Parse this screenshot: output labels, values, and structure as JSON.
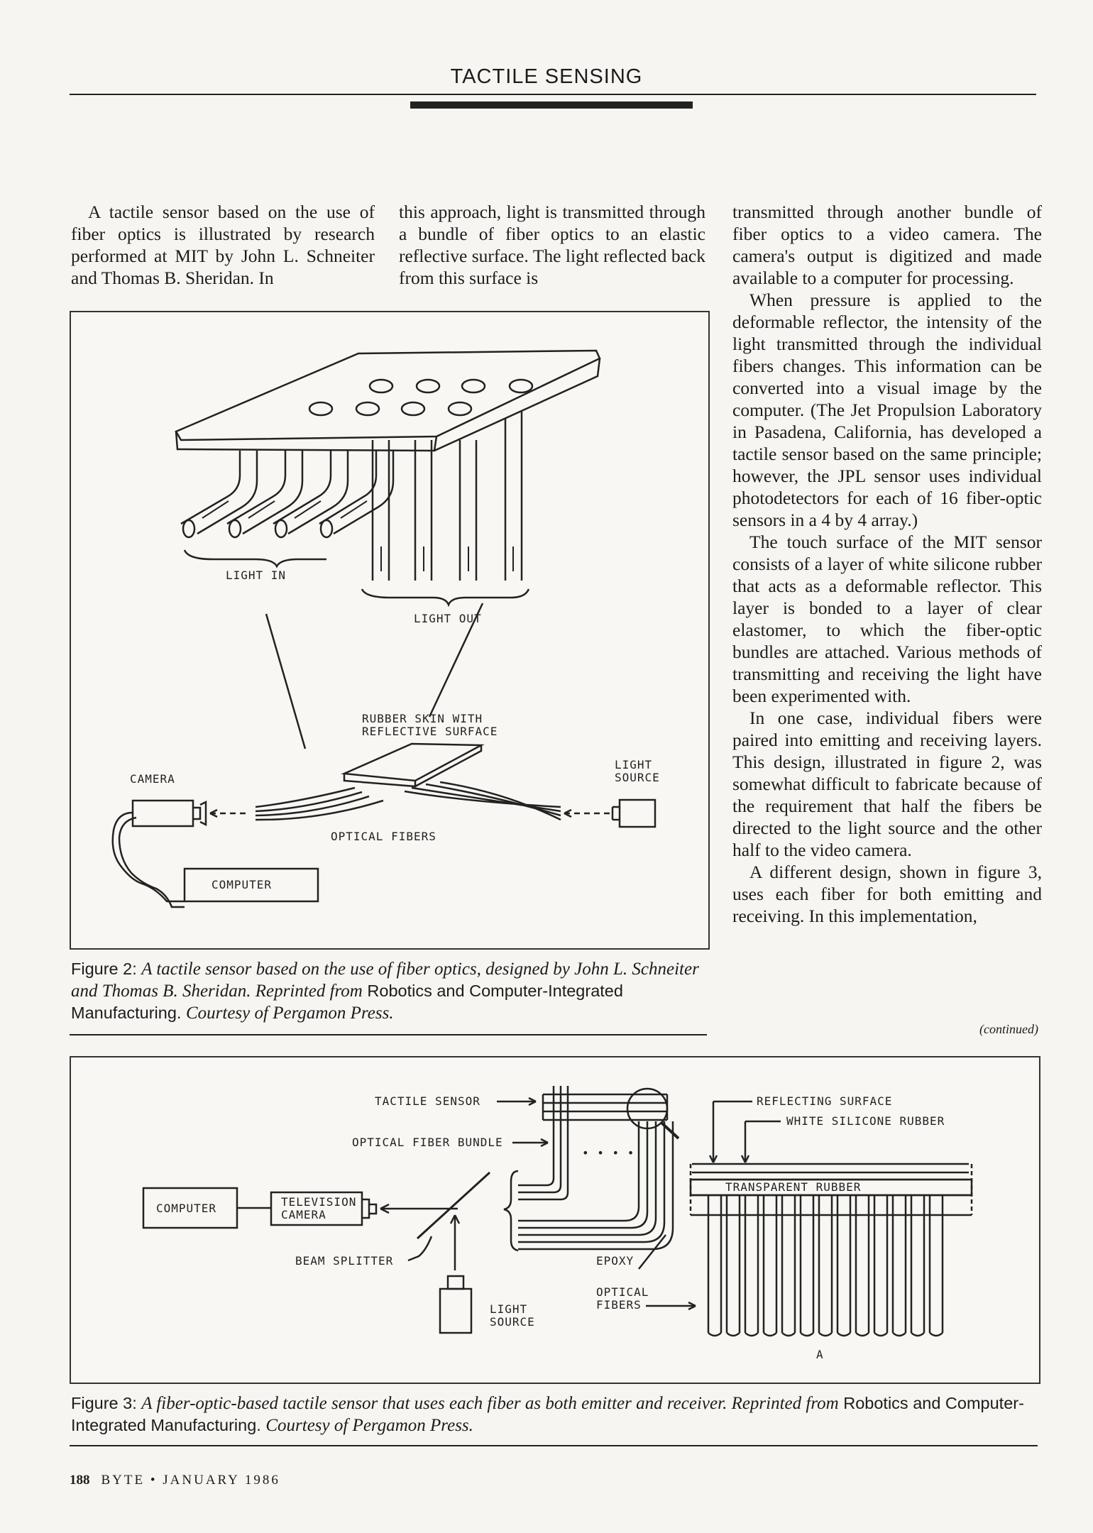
{
  "header": {
    "section": "TACTILE SENSING"
  },
  "columns": {
    "col1": [
      "A tactile sensor based on the use of fiber optics is illustrated by research performed at MIT by John L. Schneiter and Thomas B. Sheridan. In"
    ],
    "col2": [
      "this approach, light is transmitted through a bundle of fiber optics to an elastic reflective surface. The light reflected back from this surface is"
    ],
    "col3": [
      "transmitted through another bundle of fiber optics to a video camera. The camera's output is digitized and made available to a computer for processing.",
      "When pressure is applied to the deformable reflector, the intensity of the light transmitted through the individual fibers changes. This information can be converted into a visual image by the computer. (The Jet Propulsion Laboratory in Pasadena, California, has developed a tactile sensor based on the same principle; however, the JPL sensor uses individual photodetectors for each of 16 fiber-optic sensors in a 4 by 4 array.)",
      "The touch surface of the MIT sensor consists of a layer of white silicone rubber that acts as a deformable reflector. This layer is bonded to a layer of clear elastomer, to which the fiber-optic bundles are attached. Various methods of transmitting and receiving the light have been experimented with.",
      "In one case, individual fibers were paired into emitting and receiving layers. This design, illustrated in figure 2, was somewhat difficult to fabricate because of the requirement that half the fibers be directed to the light source and the other half to the video camera.",
      "A different design, shown in figure 3, uses each fiber for both emitting and receiving. In this implementation,"
    ],
    "continued": "(continued)"
  },
  "figure2": {
    "labels": {
      "light_in": "LIGHT IN",
      "light_out": "LIGHT OUT",
      "rubber_skin_1": "RUBBER SKIN WITH",
      "rubber_skin_2": "REFLECTIVE SURFACE",
      "camera": "CAMERA",
      "light_source_1": "LIGHT",
      "light_source_2": "SOURCE",
      "optical_fibers": "OPTICAL FIBERS",
      "computer": "COMPUTER"
    },
    "caption_label": "Figure 2:",
    "caption_italic_1": "A tactile sensor based on the use of fiber optics, designed by John L. Schneiter and Thomas B. Sheridan. Reprinted from",
    "caption_source": "Robotics and Computer-Integrated Manufacturing.",
    "caption_italic_2": "Courtesy of Pergamon Press."
  },
  "figure3": {
    "labels": {
      "tactile_sensor": "TACTILE SENSOR",
      "optical_fiber_bundle": "OPTICAL FIBER BUNDLE",
      "computer": "COMPUTER",
      "television": "TELEVISION",
      "camera": "CAMERA",
      "beam_splitter": "BEAM SPLITTER",
      "light": "LIGHT",
      "source": "SOURCE",
      "epoxy": "EPOXY",
      "optical": "OPTICAL",
      "fibers": "FIBERS",
      "reflecting_surface": "REFLECTING SURFACE",
      "white_silicone_rubber": "WHITE SILICONE RUBBER",
      "transparent_rubber": "TRANSPARENT RUBBER",
      "dots": "• • • •",
      "a": "A"
    },
    "caption_label": "Figure 3:",
    "caption_italic_1": "A fiber-optic-based tactile sensor that uses each fiber as both emitter and receiver. Reprinted from",
    "caption_source": "Robotics and Computer-Integrated Manufacturing.",
    "caption_italic_2": "Courtesy of Pergamon Press."
  },
  "footer": {
    "page": "188",
    "magazine": "BYTE • JANUARY 1986"
  }
}
